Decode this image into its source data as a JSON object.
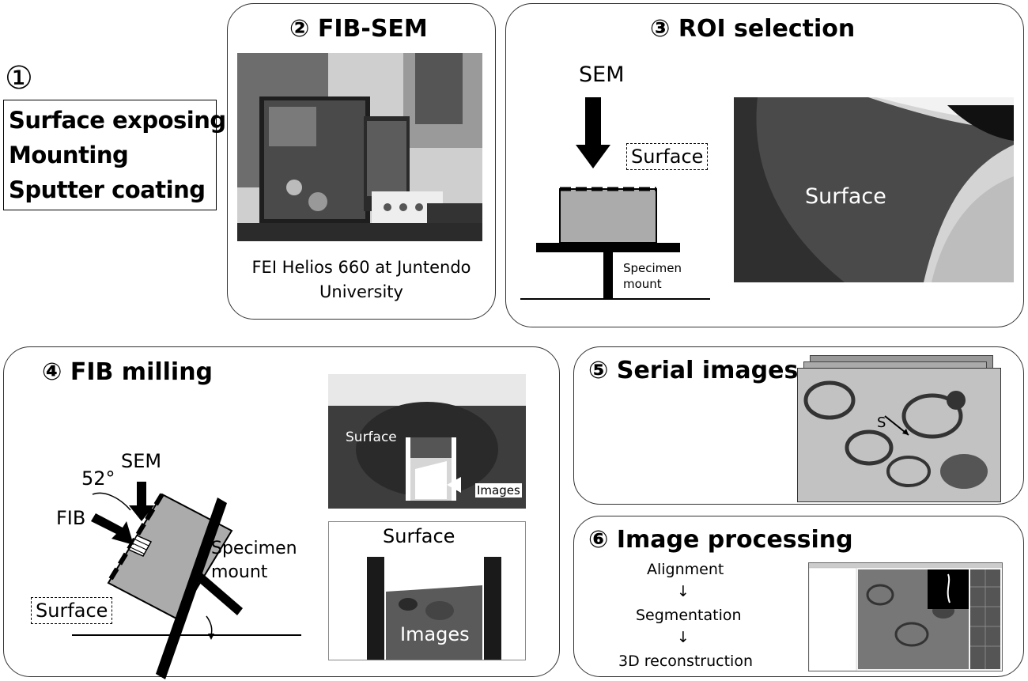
{
  "step1": {
    "number": "①",
    "lines": [
      "Surface exposing",
      "Mounting",
      "Sputter coating"
    ]
  },
  "step2": {
    "title": "② FIB-SEM",
    "caption": "FEI Helios 660 at Juntendo University"
  },
  "step3": {
    "title": "③ ROI selection",
    "sem_label": "SEM",
    "surface_label": "Surface",
    "mount_label": "Specimen mount",
    "photo_label": "Surface"
  },
  "step4": {
    "title": "④ FIB milling",
    "sem_label": "SEM",
    "fib_label": "FIB",
    "angle_label": "52°",
    "mount_label": "Specimen mount",
    "surface_label": "Surface",
    "photo1_surface": "Surface",
    "photo1_images": "Images",
    "photo2_surface": "Surface",
    "photo2_images": "Images"
  },
  "step5": {
    "title": "⑤ Serial images",
    "marker": "S"
  },
  "step6": {
    "title": "⑥ Image processing",
    "steps": [
      "Alignment",
      "Segmentation",
      "3D reconstruction"
    ],
    "arrow": "↓"
  }
}
